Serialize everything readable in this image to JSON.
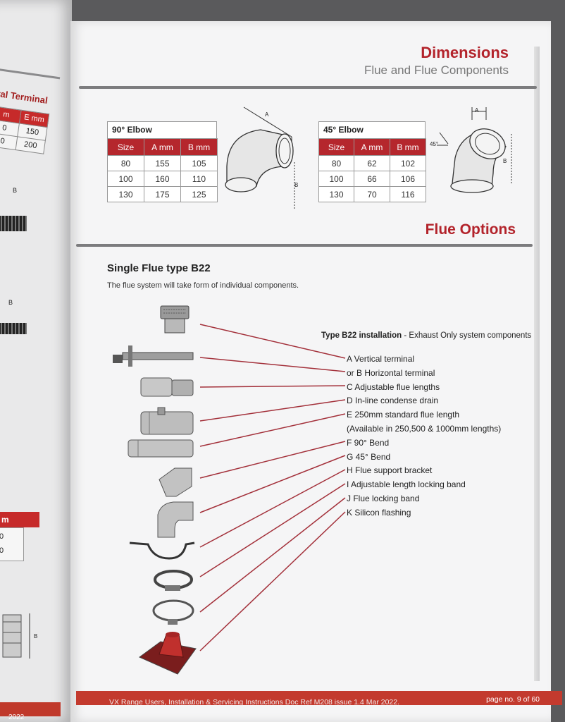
{
  "header": {
    "title": "Dimensions",
    "subtitle": "Flue and Flue Components"
  },
  "left_page": {
    "title": "tal Terminal",
    "col1": "m",
    "col2": "E mm",
    "rows": [
      [
        "0",
        "150"
      ],
      [
        "0",
        "200"
      ]
    ],
    "label_b": "B",
    "mid_label": "m",
    "mid_rows": [
      "0",
      "0"
    ],
    "year": "2022"
  },
  "elbow90": {
    "caption": "90° Elbow",
    "headers": [
      "Size",
      "A mm",
      "B mm"
    ],
    "rows": [
      [
        "80",
        "155",
        "105"
      ],
      [
        "100",
        "160",
        "110"
      ],
      [
        "130",
        "175",
        "125"
      ]
    ],
    "label_a": "A",
    "label_b": "B"
  },
  "elbow45": {
    "caption": "45° Elbow",
    "headers": [
      "Size",
      "A mm",
      "B mm"
    ],
    "rows": [
      [
        "80",
        "62",
        "102"
      ],
      [
        "100",
        "66",
        "106"
      ],
      [
        "130",
        "70",
        "116"
      ]
    ],
    "label_a": "A",
    "label_b": "B",
    "label_angle": "45°"
  },
  "flue_options": {
    "title": "Flue Options",
    "section_title": "Single Flue type B22",
    "section_text": "The flue system will take form of individual components.",
    "install_bold": "Type B22 installation",
    "install_rest": " - Exhaust Only system components",
    "components": [
      "A Vertical terminal",
      "or B Horizontal terminal",
      "C Adjustable flue lengths",
      "D In-line condense drain",
      "E 250mm standard flue length",
      "(Available in 250,500 & 1000mm lengths)",
      "F  90° Bend",
      "G  45° Bend",
      "H Flue support bracket",
      "I Adjustable length locking band",
      "J Flue locking band",
      "K Silicon flashing"
    ]
  },
  "footer": {
    "text": "VX Range  Users, Installation & Servicing Instructions  Doc Ref M208 issue 1.4 Mar 2022.",
    "page": "page no. 9 of 60"
  },
  "colors": {
    "accent_red": "#b3232b",
    "table_header": "#b5272d",
    "leader_line": "#a3303a",
    "footer_band": "#c33a2e"
  },
  "icons": [
    "vertical-terminal-icon",
    "horizontal-terminal-icon",
    "adjustable-flue-icon",
    "condense-drain-icon",
    "standard-flue-icon",
    "bend-45-icon",
    "bend-90-icon",
    "support-bracket-icon",
    "adjustable-band-icon",
    "locking-band-icon",
    "silicon-flashing-icon"
  ]
}
